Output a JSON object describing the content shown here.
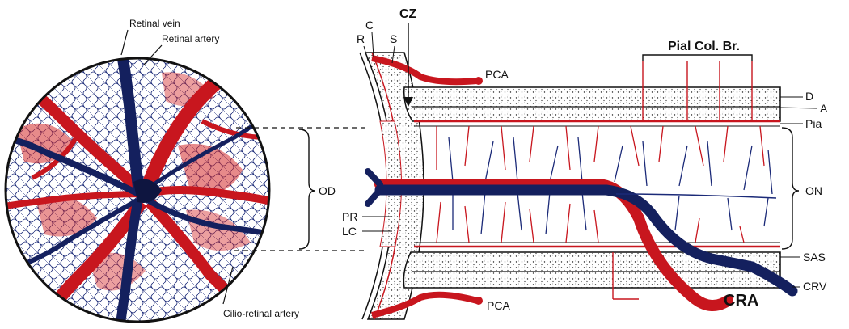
{
  "colors": {
    "artery": "#c8161e",
    "vein": "#1b2a78",
    "outline": "#111111",
    "tissue": "#f3eee6",
    "stipple": "#222222"
  },
  "labels": {
    "retinal_vein": "Retinal vein",
    "retinal_artery": "Retinal artery",
    "cilio_retinal_artery": "Cilio-retinal artery",
    "od": "OD",
    "r": "R",
    "c": "C",
    "s": "S",
    "cz": "CZ",
    "pca_top": "PCA",
    "pca_bottom": "PCA",
    "pial_col_br": "Pial Col. Br.",
    "d": "D",
    "a": "A",
    "pia": "Pia",
    "on": "ON",
    "pr": "PR",
    "lc": "LC",
    "sas": "SAS",
    "crv": "CRV",
    "cra": "CRA"
  }
}
